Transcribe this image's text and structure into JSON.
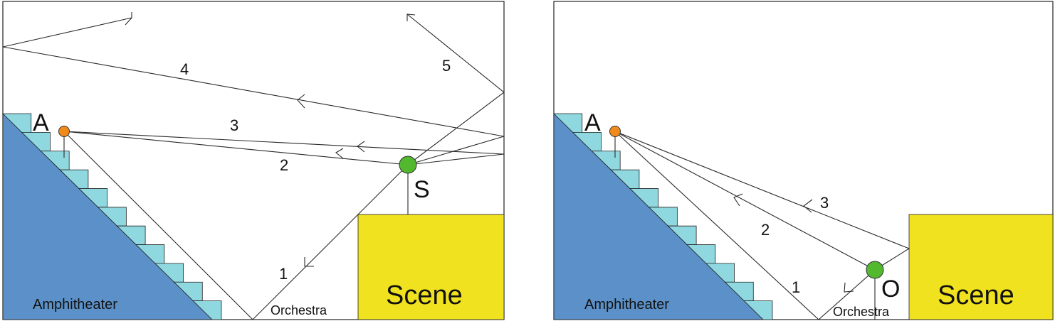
{
  "colors": {
    "amphitheater": "#5b91c8",
    "steps": "#8fd8e0",
    "scene": "#f1e21f",
    "listener": "#f08a1a",
    "source": "#52b82e",
    "line": "#2a2a2a"
  },
  "left_panel": {
    "listener_label": "A",
    "source_label": "S",
    "amphitheater_label": "Amphitheater",
    "orchestra_label": "Orchestra",
    "scene_label": "Scene",
    "paths": [
      {
        "label": "1"
      },
      {
        "label": "2"
      },
      {
        "label": "3"
      },
      {
        "label": "4"
      },
      {
        "label": "5"
      }
    ]
  },
  "right_panel": {
    "listener_label": "A",
    "source_label": "O",
    "amphitheater_label": "Amphitheater",
    "orchestra_label": "Orchestra",
    "scene_label": "Scene",
    "paths": [
      {
        "label": "1"
      },
      {
        "label": "2"
      },
      {
        "label": "3"
      }
    ]
  }
}
